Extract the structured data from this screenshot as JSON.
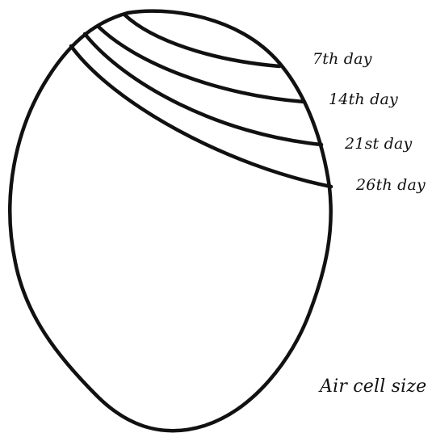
{
  "diagram": {
    "labels": [
      {
        "id": "7th",
        "text": "7th day"
      },
      {
        "id": "14th",
        "text": "14th day"
      },
      {
        "id": "21st",
        "text": "21st day"
      },
      {
        "id": "26th",
        "text": "26th day"
      }
    ],
    "caption": "Air cell size",
    "line_color": "#111111"
  }
}
